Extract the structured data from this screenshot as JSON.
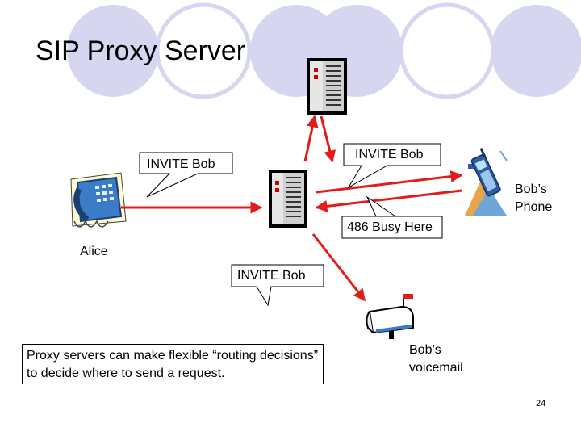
{
  "slide": {
    "title": "SIP Proxy Server",
    "page_number": "24"
  },
  "colors": {
    "decor_circle": "#d6d6f0",
    "arrow": "#e31b1b",
    "server_body": "#e6e6e6",
    "phone_blue": "#3a7cc8"
  },
  "callouts": {
    "invite_left": "INVITE Bob",
    "invite_upper": "INVITE Bob",
    "busy_here": "486 Busy Here",
    "invite_lower": "INVITE Bob"
  },
  "nodes": {
    "alice": "Alice",
    "bob_phone": "Bob’s Phone",
    "bob_voicemail": "Bob’s voicemail"
  },
  "note": "Proxy servers can make flexible “routing decisions” to decide where to send a request.",
  "icons": [
    "server-icon",
    "telephone-icon",
    "mobile-phone-icon",
    "mailbox-icon"
  ]
}
